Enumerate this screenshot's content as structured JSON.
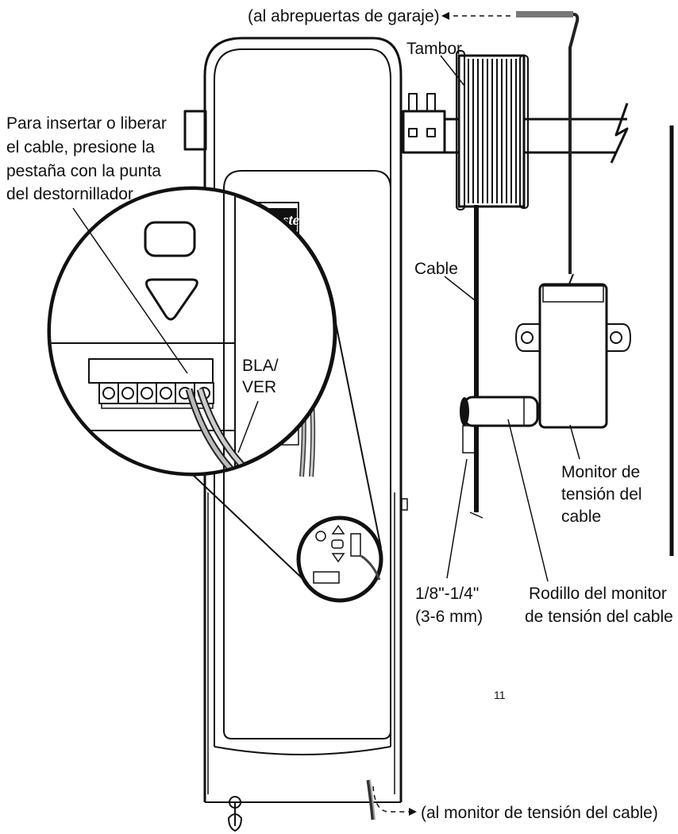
{
  "labels": {
    "to_opener": "(al abrepuertas de garaje)",
    "drum": "Tambor",
    "instruction": [
      "Para insertar o liberar",
      "el cable, presione la",
      "pestaña con  la punta",
      "del destornillador"
    ],
    "cable": "Cable",
    "wire_color": [
      "BLA/",
      "VER"
    ],
    "monitor": [
      "Monitor de",
      "tensión del",
      "cable"
    ],
    "gap": [
      "1/8\"-1/4\"",
      "(3-6 mm)"
    ],
    "roller": [
      "Rodillo del monitor",
      "de tensión del cable"
    ],
    "to_monitor": "(al monitor de tensión del cable)",
    "page_number": "11",
    "brand": "ftMaster"
  }
}
